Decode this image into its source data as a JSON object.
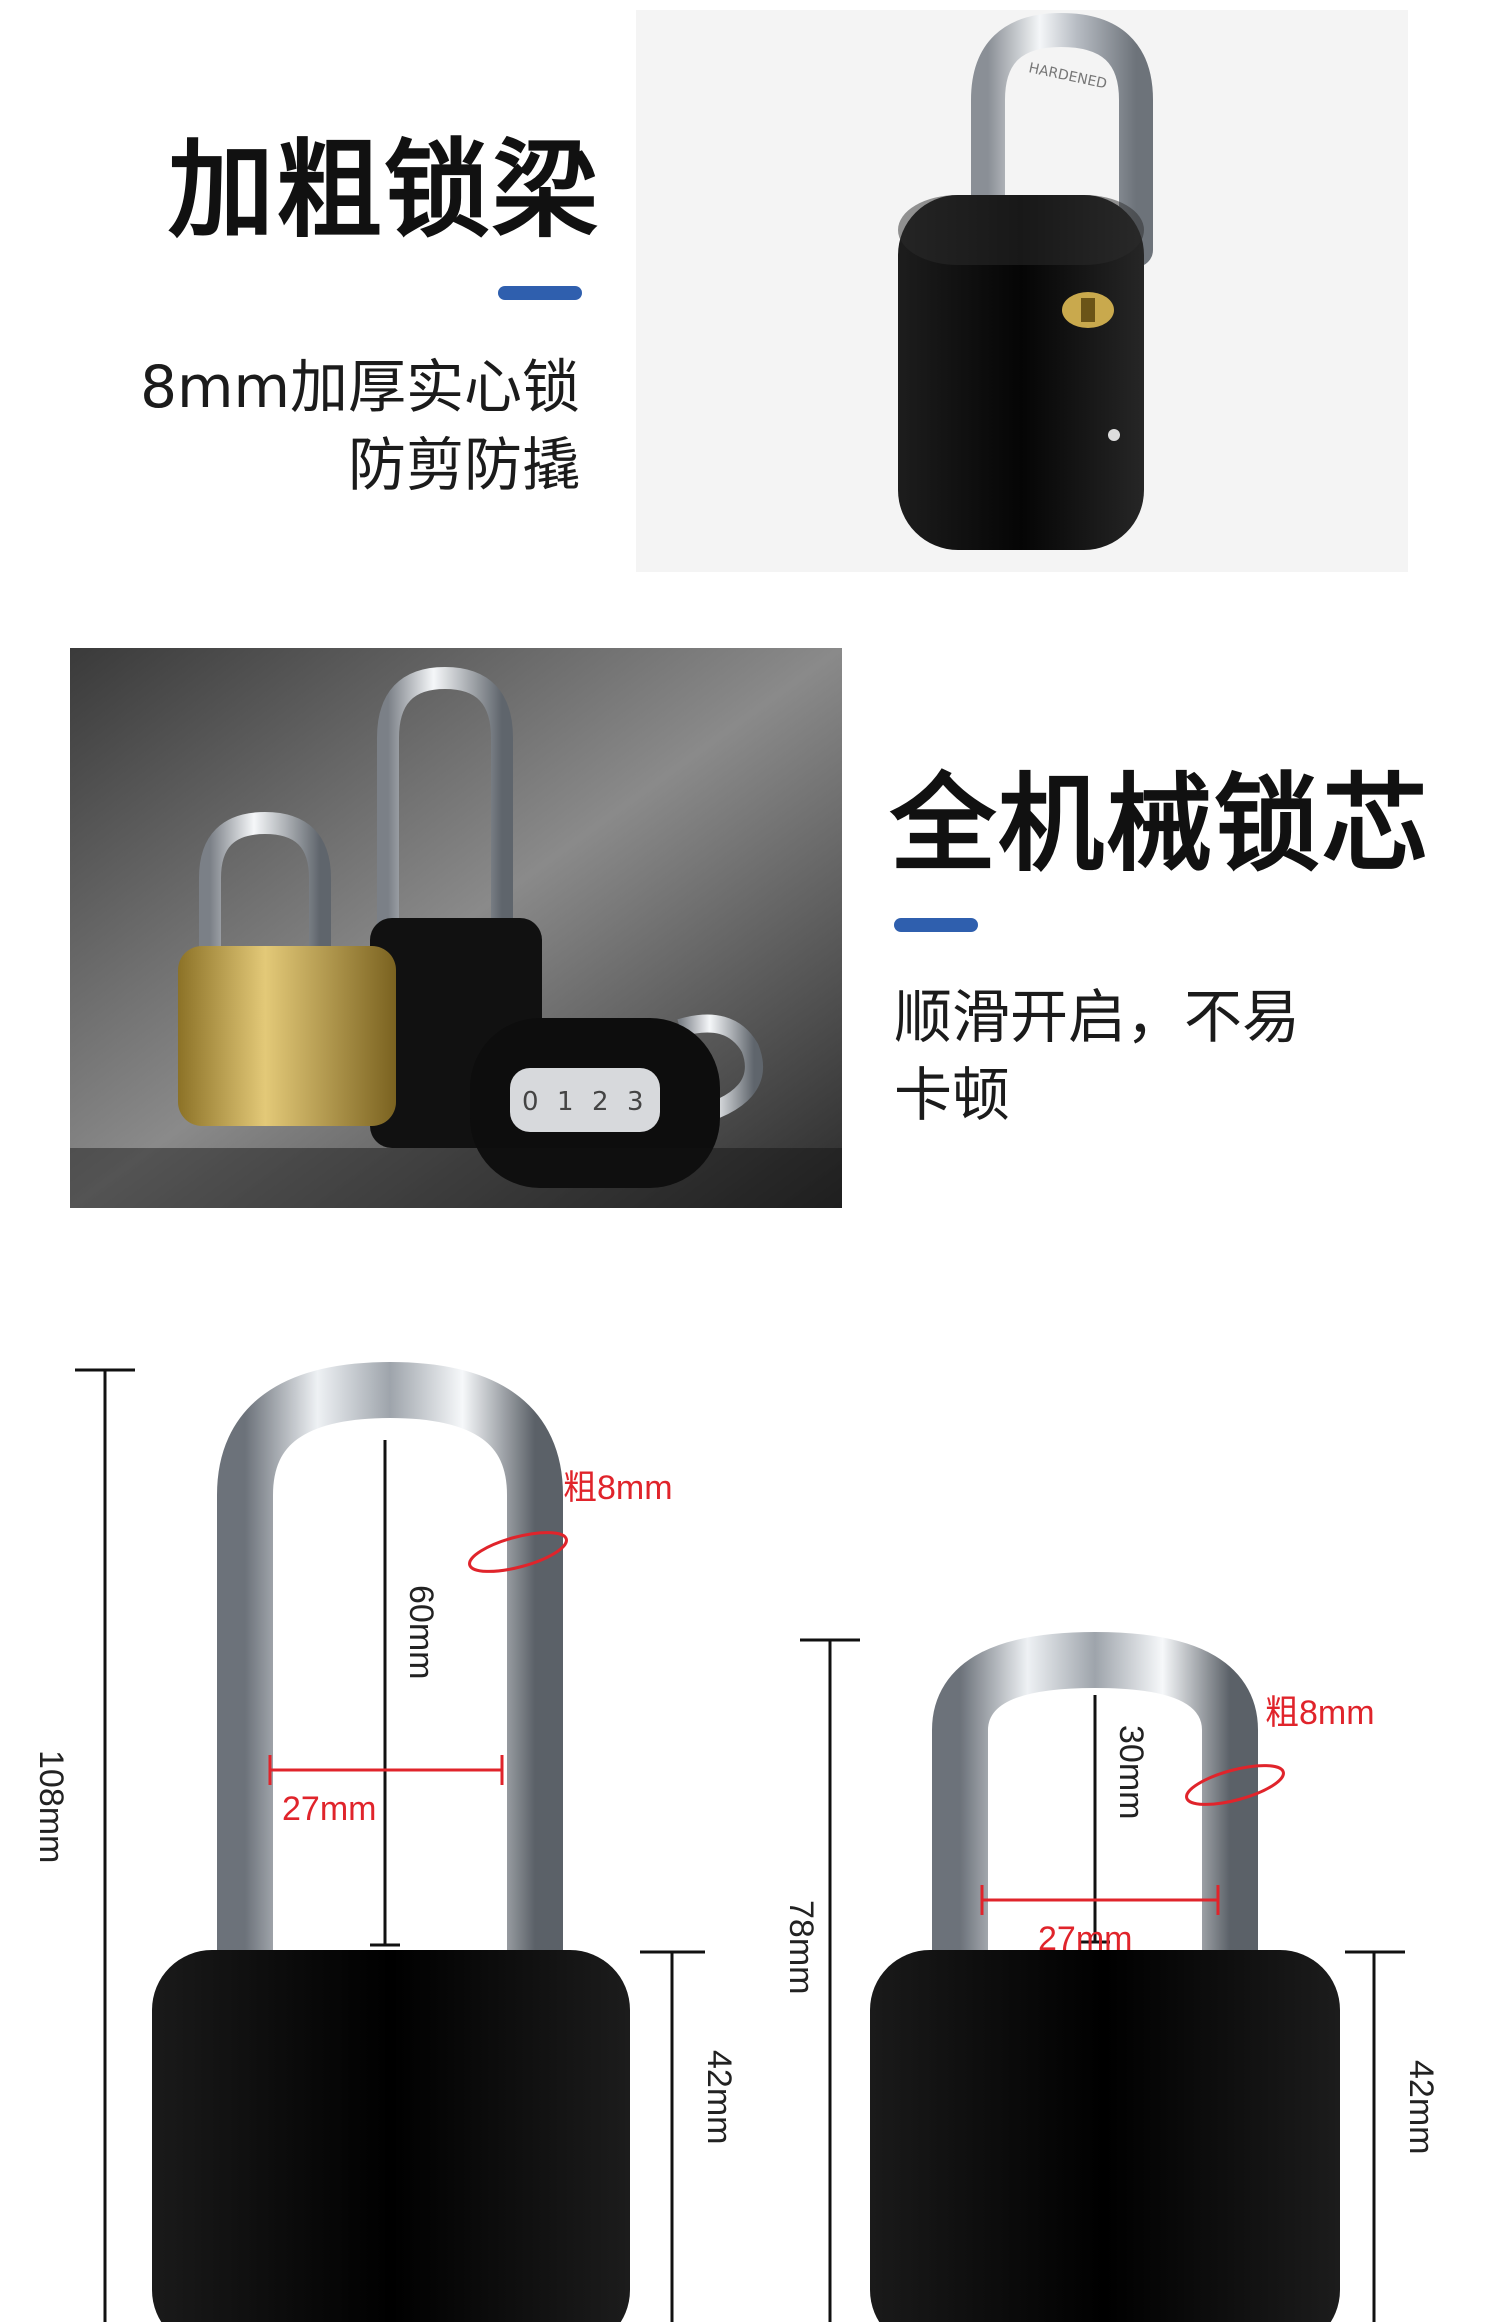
{
  "section1": {
    "title": "加粗锁梁",
    "subtitle_line1": "8mm加厚实心锁",
    "subtitle_line2": "防剪防撬"
  },
  "section2": {
    "title": "全机械锁芯",
    "subtitle_line1": "顺滑开启，不易",
    "subtitle_line2": "卡顿"
  },
  "shackle_engraving": "HARDENED",
  "diagram_long": {
    "total_height": "108mm",
    "shackle_height": "60mm",
    "shackle_width": "27mm",
    "thickness": "粗8mm",
    "body_height": "42mm"
  },
  "diagram_short": {
    "total_height": "78mm",
    "shackle_height": "30mm",
    "shackle_width": "27mm",
    "thickness": "粗8mm",
    "body_height": "42mm"
  },
  "colors": {
    "accent": "#2f5fae",
    "annotation_red": "#e0242b",
    "lock_body": "#0c0c0c",
    "brass": "#c9a94d"
  }
}
